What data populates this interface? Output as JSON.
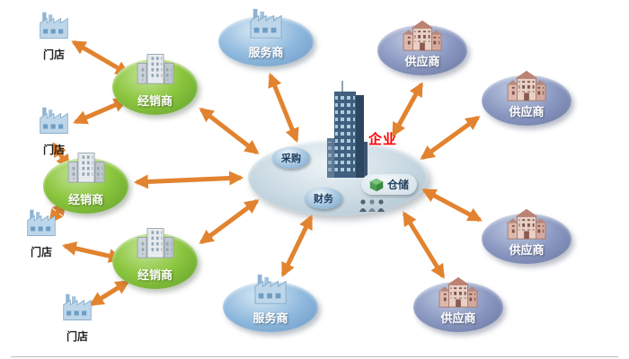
{
  "diagram": {
    "center": {
      "label": "企业",
      "purchasing_label": "采购",
      "finance_label": "财务",
      "warehouse_label": "仓储"
    },
    "distributors": [
      {
        "label": "经销商"
      },
      {
        "label": "经销商"
      },
      {
        "label": "经销商"
      }
    ],
    "services": [
      {
        "label": "服务商"
      },
      {
        "label": "服务商"
      }
    ],
    "suppliers": [
      {
        "label": "供应商"
      },
      {
        "label": "供应商"
      },
      {
        "label": "供应商"
      },
      {
        "label": "供应商"
      }
    ],
    "stores": [
      {
        "label": "门店"
      },
      {
        "label": "门店"
      },
      {
        "label": "门店"
      },
      {
        "label": "门店"
      }
    ],
    "colors": {
      "arrow": "#e2832f",
      "distributor": "#8cc63f",
      "service": "#8fb9dd",
      "supplier": "#8a97c0",
      "center": "#c9d9e2",
      "enterprise_text": "#ff0000"
    }
  }
}
